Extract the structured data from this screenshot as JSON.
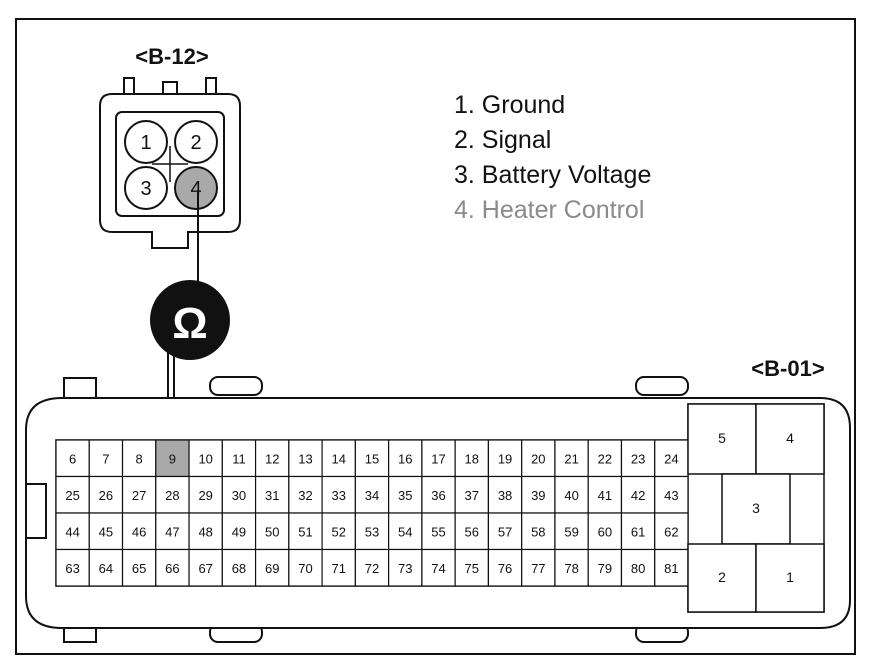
{
  "connectors": {
    "sensor": {
      "title": "<B-12>",
      "pins": [
        "1",
        "2",
        "3",
        "4"
      ],
      "highlighted_pin": "4"
    },
    "ecu": {
      "title": "<B-01>",
      "rows": [
        [
          "6",
          "7",
          "8",
          "9",
          "10",
          "11",
          "12",
          "13",
          "14",
          "15",
          "16",
          "17",
          "18",
          "19",
          "20",
          "21",
          "22",
          "23",
          "24"
        ],
        [
          "25",
          "26",
          "27",
          "28",
          "29",
          "30",
          "31",
          "32",
          "33",
          "34",
          "35",
          "36",
          "37",
          "38",
          "39",
          "40",
          "41",
          "42",
          "43"
        ],
        [
          "44",
          "45",
          "46",
          "47",
          "48",
          "49",
          "50",
          "51",
          "52",
          "53",
          "54",
          "55",
          "56",
          "57",
          "58",
          "59",
          "60",
          "61",
          "62"
        ],
        [
          "63",
          "64",
          "65",
          "66",
          "67",
          "68",
          "69",
          "70",
          "71",
          "72",
          "73",
          "74",
          "75",
          "76",
          "77",
          "78",
          "79",
          "80",
          "81"
        ]
      ],
      "highlighted_pin": "9",
      "power_pins": [
        "5",
        "4",
        "3",
        "2",
        "1"
      ]
    }
  },
  "legend": [
    {
      "text": "1. Ground",
      "highlight": false
    },
    {
      "text": "2. Signal",
      "highlight": false
    },
    {
      "text": "3. Battery Voltage",
      "highlight": false
    },
    {
      "text": "4. Heater Control",
      "highlight": true
    }
  ],
  "meter": {
    "symbol": "Ω"
  },
  "colors": {
    "highlight_fill": "#a9a9a9",
    "meter_fill": "#111111",
    "line": "#111111"
  }
}
